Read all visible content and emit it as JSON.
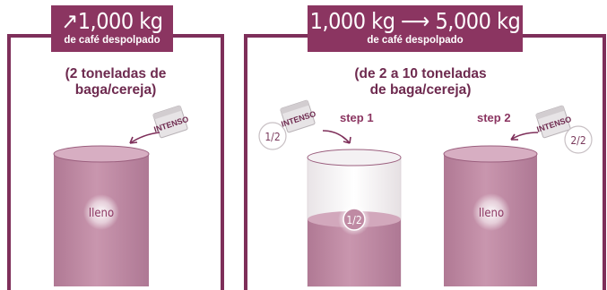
{
  "left_panel": {
    "banner_main": "↗1,000 kg",
    "banner_sub": "de café despolpado",
    "caption_line1": "(2 toneladas de",
    "caption_line2": "baga/cereja)",
    "tank_label": "lleno"
  },
  "right_panel": {
    "banner_main": "1,000 kg ⟶ 5,000 kg",
    "banner_sub": "de café despolpado",
    "caption_line1": "(de 2 a 10 toneladas",
    "caption_line2": "de baga/cereja)",
    "step1_label": "step 1",
    "step2_label": "step 2",
    "pack1_badge": "1/2",
    "pack2_badge": "2/2",
    "tank1_label": "1/2",
    "tank2_label": "lleno"
  },
  "product": {
    "pack_brand": "INTENSO"
  },
  "colors": {
    "frame": "#7e2f5a",
    "banner": "#8b3561",
    "tank_fill": "#c28fa9",
    "tank_top": "#d2a8bc"
  }
}
